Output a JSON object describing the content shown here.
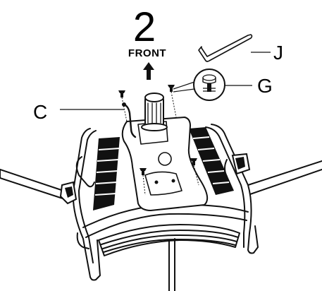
{
  "step_number": "2",
  "direction_label": "FRONT",
  "callouts": {
    "c": "C",
    "g": "G",
    "j": "J"
  },
  "icons": [
    "hex-key-icon",
    "screw-icon",
    "arrow-up-icon"
  ]
}
